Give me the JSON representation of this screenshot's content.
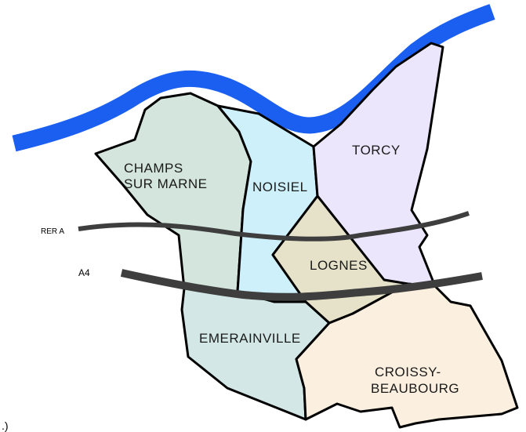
{
  "map": {
    "colors": {
      "river": "#1a5ff0",
      "champs_sur_marne": "#d3e5dc",
      "noisiel": "#cdf0fa",
      "torcy": "#ece6fc",
      "lognes": "#e5e2c9",
      "emerainville": "#d3e8e6",
      "croissy_beaubourg": "#fbefdf",
      "railway": "#3e3e3e",
      "motorway": "#3e3e3e"
    },
    "communes": {
      "champs_line1": "CHAMPS",
      "champs_line2": "SUR MARNE",
      "noisiel": "NOISIEL",
      "torcy": "TORCY",
      "lognes": "LOGNES",
      "emerainville": "EMERAINVILLE",
      "croissy_line1": "CROISSY-",
      "croissy_line2": "BEAUBOURG"
    },
    "routes": {
      "railway": "RER A",
      "motorway": "A4"
    },
    "corner_mark": ".)"
  }
}
